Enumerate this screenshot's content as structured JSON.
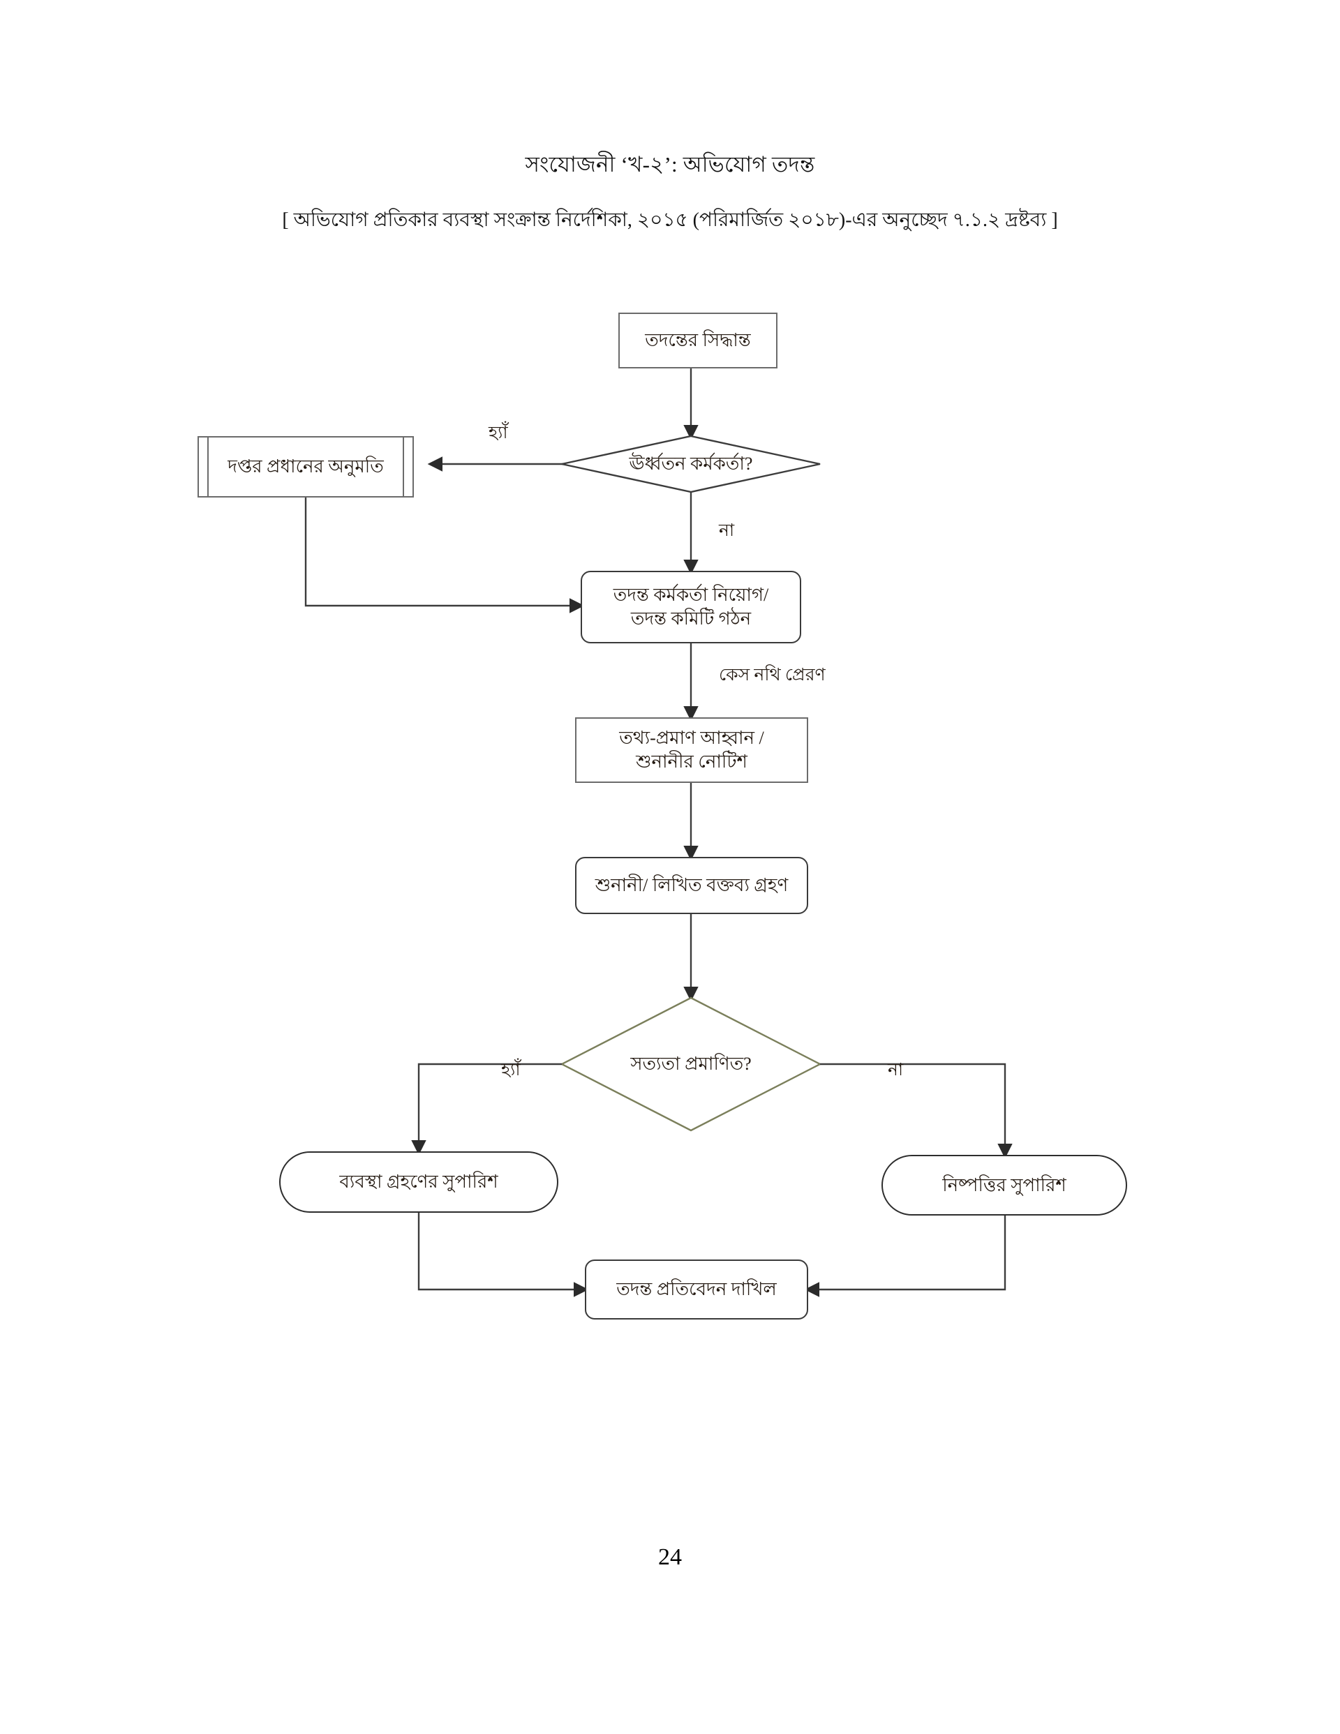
{
  "document": {
    "title": "সংযোজনী ‘খ-২’: অভিযোগ তদন্ত",
    "subtitle": "[ অভিযোগ প্রতিকার ব্যবস্থা সংক্রান্ত নির্দেশিকা, ২০১৫ (পরিমার্জিত ২০১৮)-এর অনুচ্ছেদ  ৭.১.২ দ্রষ্টব্য ]",
    "page_number": "24"
  },
  "chart_data": {
    "type": "diagram",
    "title": "সংযোজনী ‘খ-২’: অভিযোগ তদন্ত",
    "nodes": [
      {
        "id": "n1",
        "shape": "rectangle",
        "label": "তদন্তের সিদ্ধান্ত"
      },
      {
        "id": "n2",
        "shape": "diamond",
        "label": "ঊর্ধ্বতন কর্মকর্তা?"
      },
      {
        "id": "n3",
        "shape": "predefined-process",
        "label": "দপ্তর প্রধানের অনুমতি"
      },
      {
        "id": "n4",
        "shape": "rounded-rectangle",
        "label_line1": "তদন্ত কর্মকর্তা নিয়োগ/",
        "label_line2": "তদন্ত কমিটি গঠন"
      },
      {
        "id": "n5",
        "shape": "rectangle",
        "label_line1": "তথ্য-প্রমাণ আহ্বান /",
        "label_line2": "শুনানীর নোটিশ"
      },
      {
        "id": "n6",
        "shape": "rounded-rectangle",
        "label": "শুনানী/ লিখিত বক্তব্য গ্রহণ"
      },
      {
        "id": "n7",
        "shape": "diamond",
        "label": "সত্যতা প্রমাণিত?"
      },
      {
        "id": "n8",
        "shape": "pill",
        "label": "ব্যবস্থা গ্রহণের সুপারিশ"
      },
      {
        "id": "n9",
        "shape": "pill",
        "label": "নিষ্পত্তির সুপারিশ"
      },
      {
        "id": "n10",
        "shape": "rounded-rectangle",
        "label": "তদন্ত প্রতিবেদন দাখিল"
      }
    ],
    "edges": [
      {
        "from": "n1",
        "to": "n2",
        "label": ""
      },
      {
        "from": "n2",
        "to": "n3",
        "label": "হ্যাঁ"
      },
      {
        "from": "n2",
        "to": "n4",
        "label": "না"
      },
      {
        "from": "n3",
        "to": "n4",
        "label": ""
      },
      {
        "from": "n4",
        "to": "n5",
        "label": "কেস নথি প্রেরণ"
      },
      {
        "from": "n5",
        "to": "n6",
        "label": ""
      },
      {
        "from": "n6",
        "to": "n7",
        "label": ""
      },
      {
        "from": "n7",
        "to": "n8",
        "label": "হ্যাঁ"
      },
      {
        "from": "n7",
        "to": "n9",
        "label": "না"
      },
      {
        "from": "n8",
        "to": "n10",
        "label": ""
      },
      {
        "from": "n9",
        "to": "n10",
        "label": ""
      }
    ]
  },
  "labels": {
    "yes_upper": "হ্যাঁ",
    "no_upper": "না",
    "case_file": "কেস নথি প্রেরণ",
    "yes_lower": "হ্যাঁ",
    "no_lower": "না"
  }
}
